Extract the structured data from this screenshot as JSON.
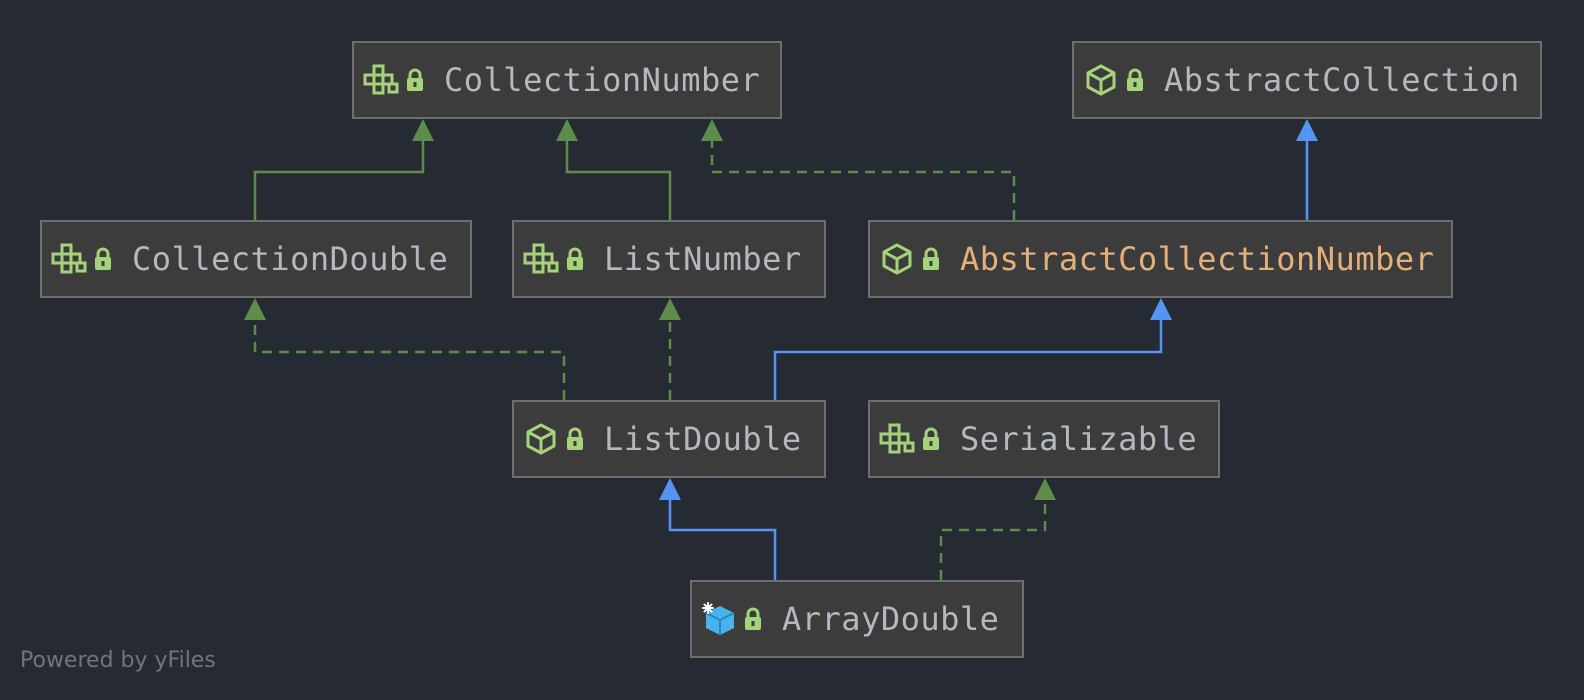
{
  "diagram": {
    "nodes": [
      {
        "id": "collection_number",
        "label": "CollectionNumber",
        "kind": "interface-icon",
        "modifier": "lock-icon"
      },
      {
        "id": "abstract_collection",
        "label": "AbstractCollection",
        "kind": "abstract-class-icon",
        "modifier": "lock-icon"
      },
      {
        "id": "collection_double",
        "label": "CollectionDouble",
        "kind": "interface-icon",
        "modifier": "lock-icon"
      },
      {
        "id": "list_number",
        "label": "ListNumber",
        "kind": "interface-icon",
        "modifier": "lock-icon"
      },
      {
        "id": "abstract_collection_number",
        "label": "AbstractCollectionNumber",
        "kind": "abstract-class-icon",
        "modifier": "lock-icon",
        "highlighted": true
      },
      {
        "id": "list_double",
        "label": "ListDouble",
        "kind": "abstract-class-icon",
        "modifier": "lock-icon"
      },
      {
        "id": "serializable",
        "label": "Serializable",
        "kind": "interface-icon",
        "modifier": "lock-icon"
      },
      {
        "id": "array_double",
        "label": "ArrayDouble",
        "kind": "class-icon",
        "modifier": "lock-icon"
      }
    ],
    "edges": [
      {
        "from": "collection_double",
        "to": "collection_number",
        "type": "extends-interface"
      },
      {
        "from": "list_number",
        "to": "collection_number",
        "type": "extends-interface"
      },
      {
        "from": "abstract_collection_number",
        "to": "collection_number",
        "type": "implements"
      },
      {
        "from": "abstract_collection_number",
        "to": "abstract_collection",
        "type": "extends-class"
      },
      {
        "from": "list_double",
        "to": "collection_double",
        "type": "implements"
      },
      {
        "from": "list_double",
        "to": "list_number",
        "type": "implements"
      },
      {
        "from": "list_double",
        "to": "abstract_collection_number",
        "type": "extends-class"
      },
      {
        "from": "array_double",
        "to": "list_double",
        "type": "extends-class"
      },
      {
        "from": "array_double",
        "to": "serializable",
        "type": "implements"
      }
    ],
    "colors": {
      "background": "#262a33",
      "node_fill": "#3c3c3d",
      "node_border": "#6e6e6e",
      "label": "#b4b8bf",
      "label_highlight": "#e4b07a",
      "icon_green": "#a4d37a",
      "interface_edge": "#5e8c4a",
      "class_edge": "#5494f2",
      "class_icon": "#48b3ec"
    }
  },
  "footer": {
    "text": "Powered by yFiles"
  }
}
